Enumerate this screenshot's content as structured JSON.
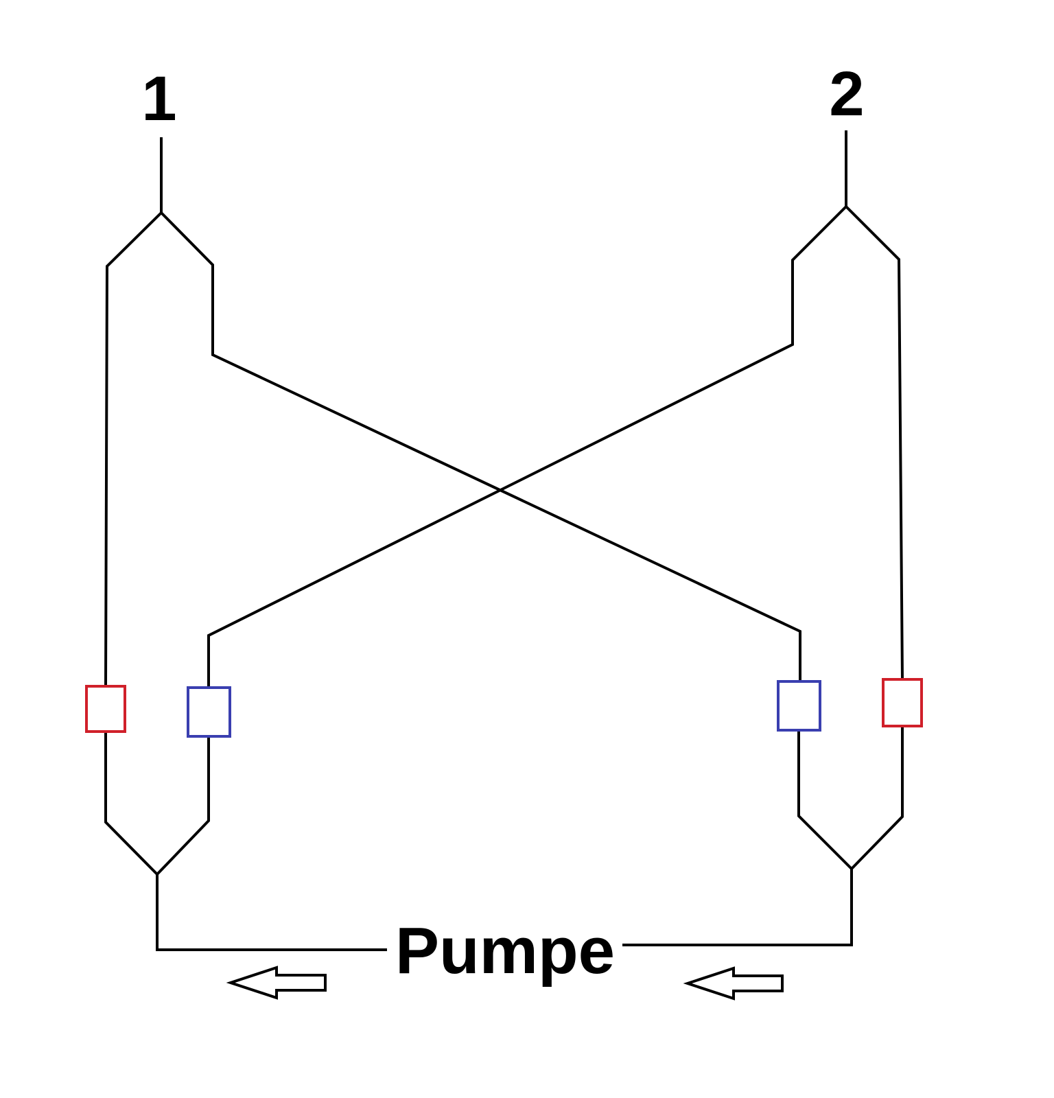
{
  "labels": {
    "node_1": "1",
    "node_2": "2",
    "pump": "Pumpe"
  },
  "colors": {
    "pipe": "#000000",
    "valve_red": "#d0202a",
    "valve_blue": "#3a3fb0",
    "arrow_fill": "#ffffff"
  },
  "icons": {
    "flow_arrow": "arrow-left-outline"
  }
}
